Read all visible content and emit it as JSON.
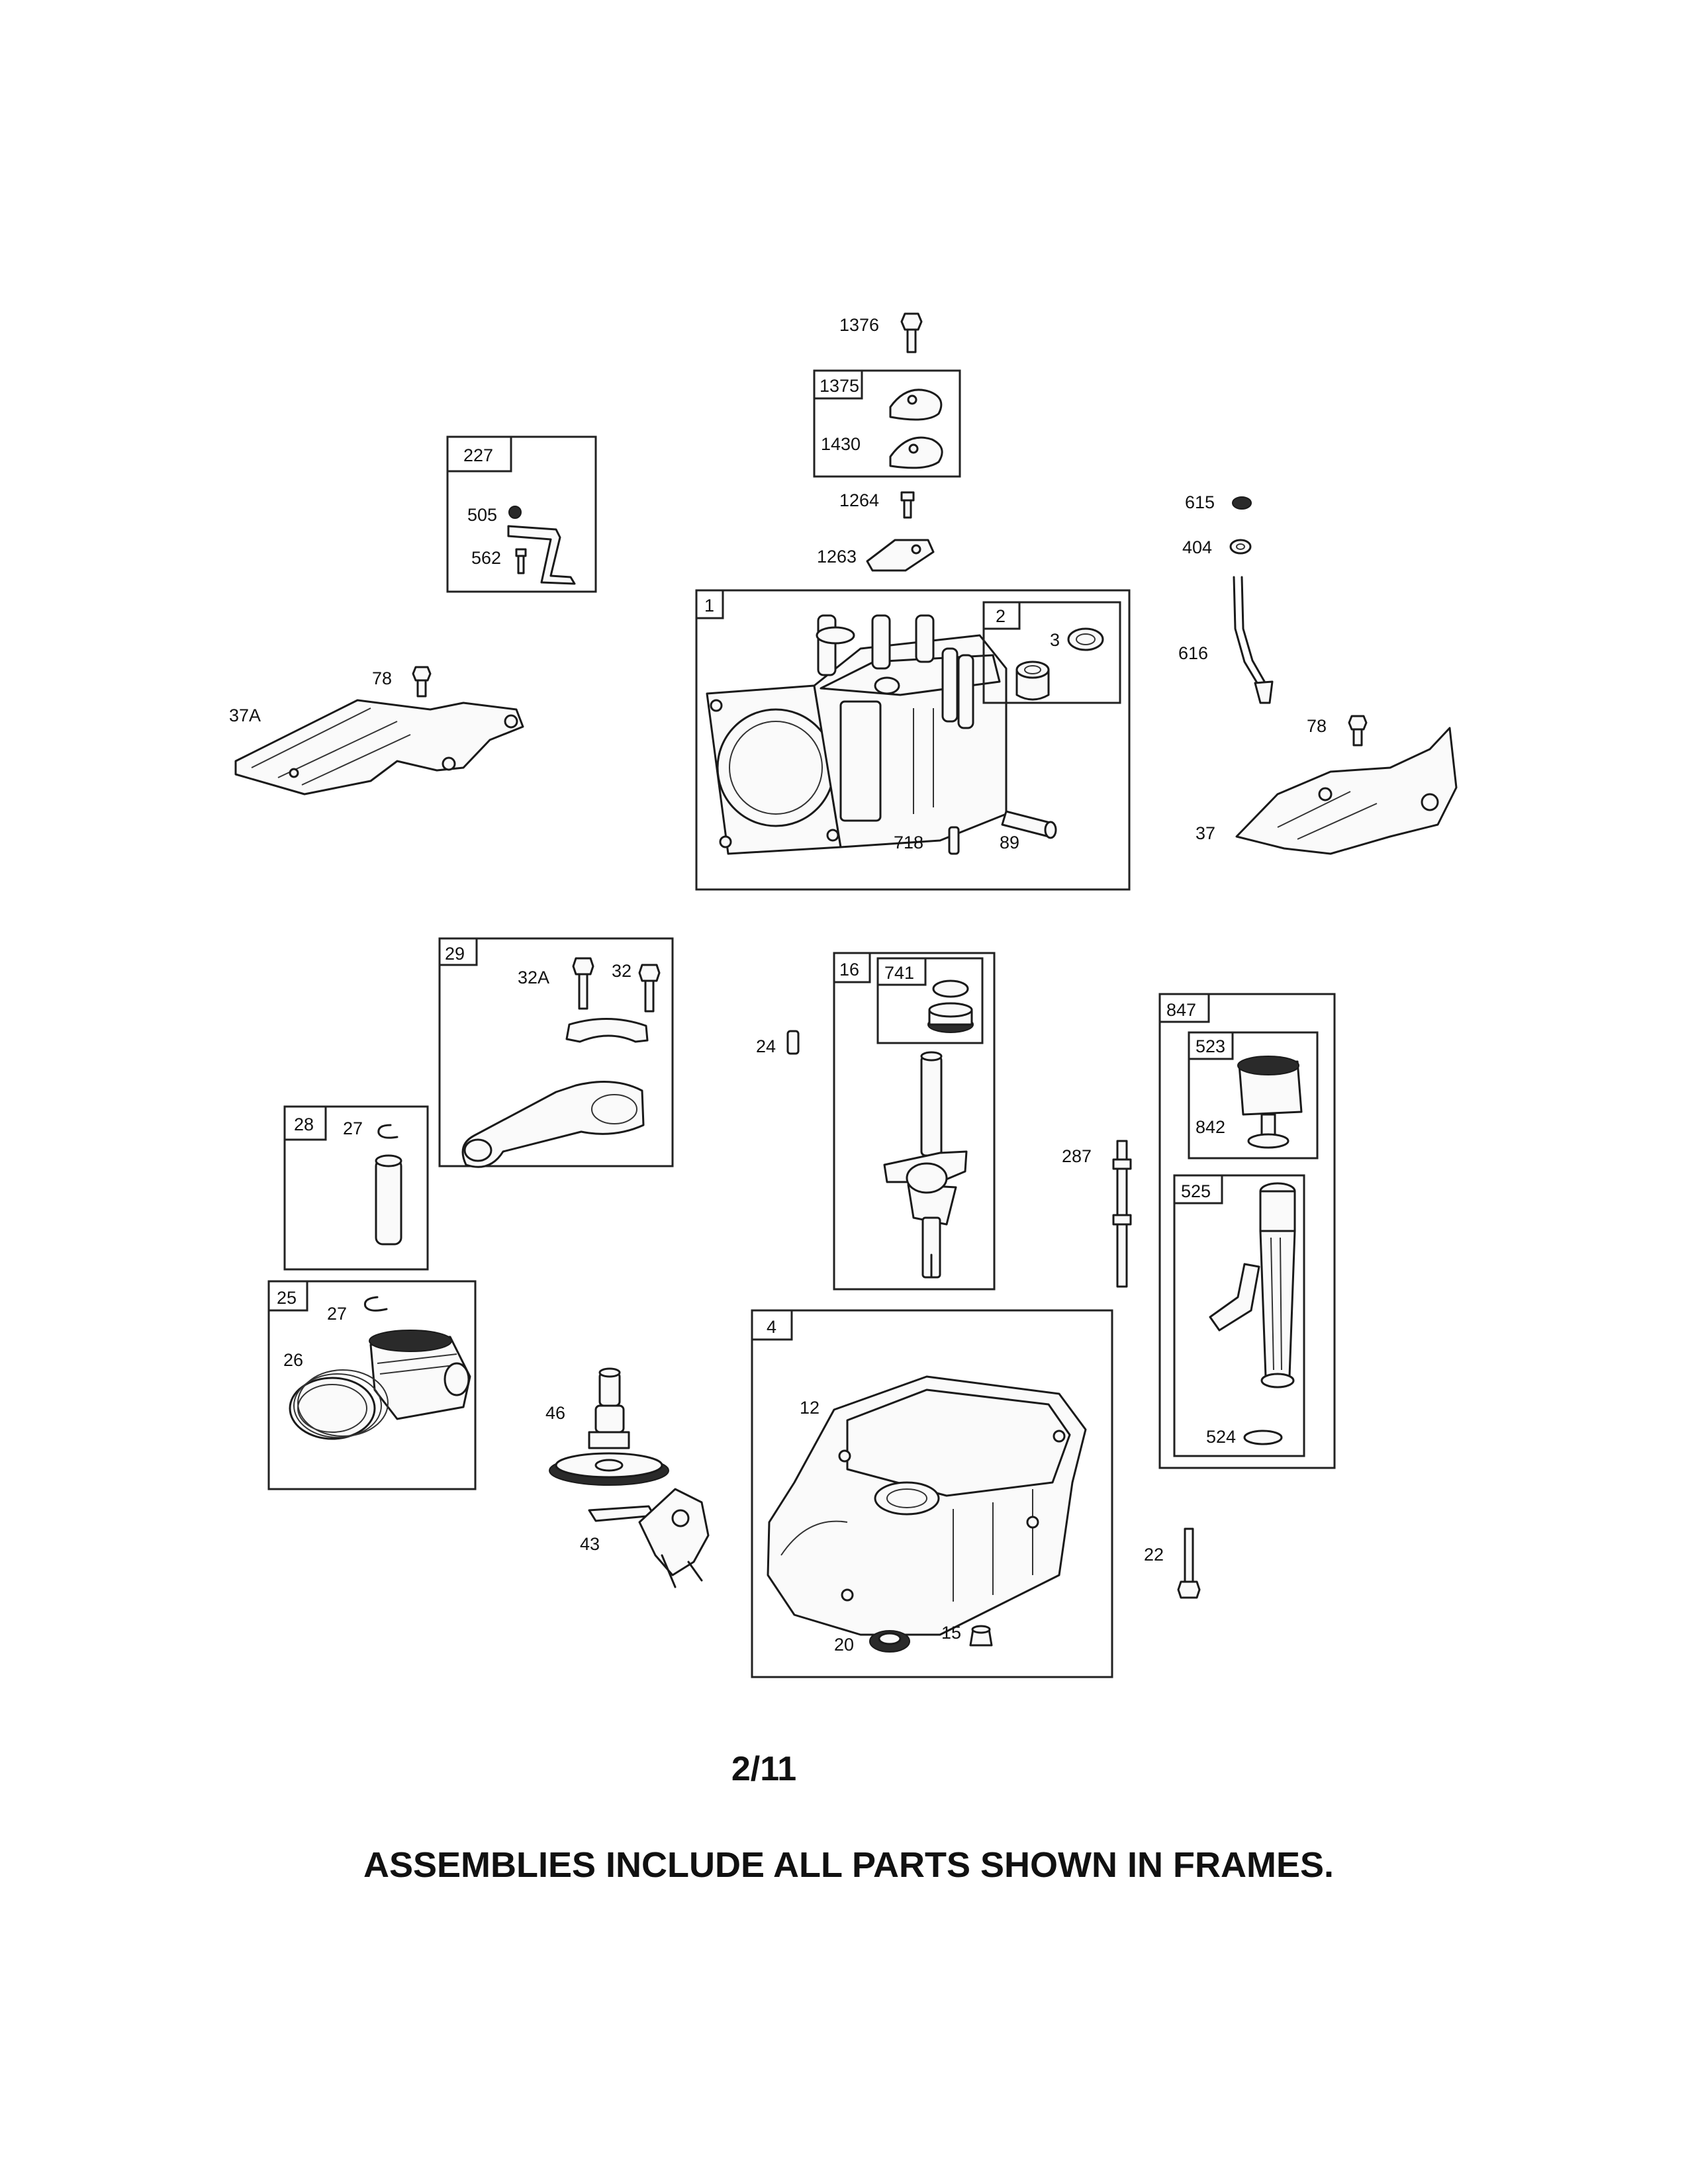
{
  "page": {
    "page_number": "2/11",
    "caption": "ASSEMBLIES INCLUDE ALL PARTS SHOWN IN FRAMES."
  },
  "labels": {
    "p1376": "1376",
    "p1375": "1375",
    "p1430": "1430",
    "p1264": "1264",
    "p1263": "1263",
    "p227": "227",
    "p505": "505",
    "p562": "562",
    "p615": "615",
    "p404": "404",
    "p616": "616",
    "p1": "1",
    "p2": "2",
    "p3": "3",
    "p718": "718",
    "p89": "89",
    "p78a": "78",
    "p37a": "37A",
    "p78b": "78",
    "p37": "37",
    "p29": "29",
    "p32a": "32A",
    "p32": "32",
    "p24": "24",
    "p16": "16",
    "p741": "741",
    "p287": "287",
    "p847": "847",
    "p523": "523",
    "p842": "842",
    "p525": "525",
    "p524": "524",
    "p28": "28",
    "p27a": "27",
    "p25": "25",
    "p27b": "27",
    "p26": "26",
    "p46": "46",
    "p43": "43",
    "p4": "4",
    "p12": "12",
    "p20": "20",
    "p15": "15",
    "p22": "22"
  }
}
